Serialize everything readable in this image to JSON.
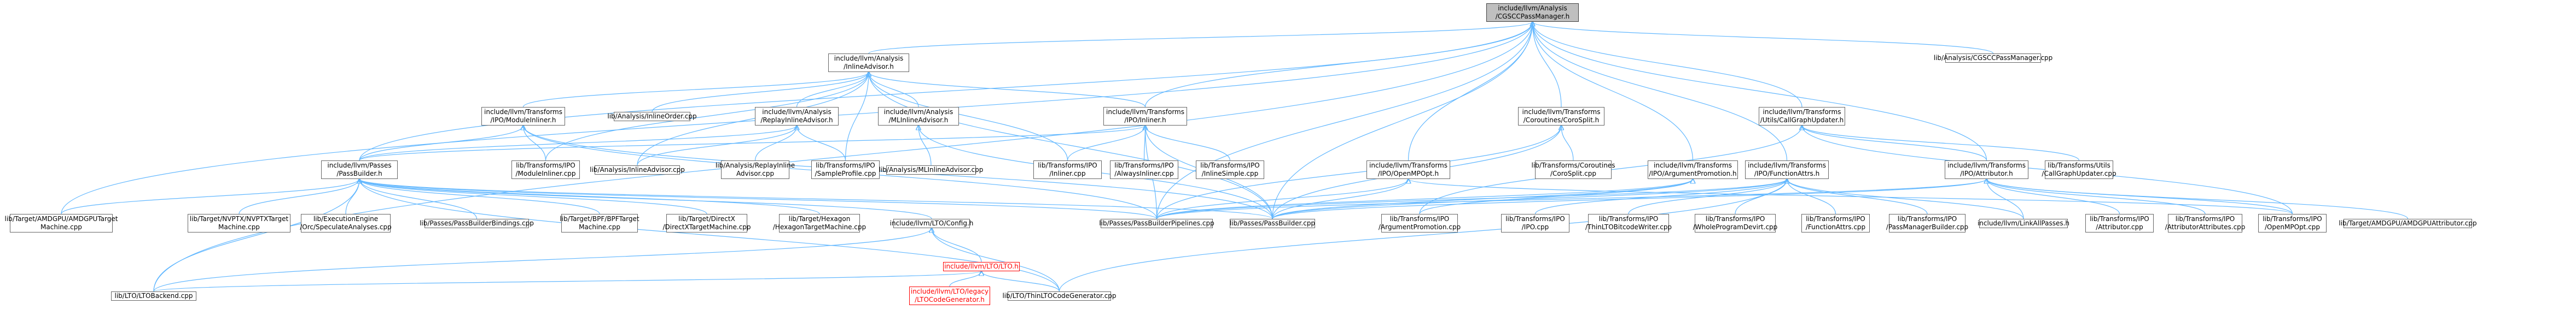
{
  "graph": {
    "root": "Z",
    "nodes": [
      {
        "id": "Z",
        "label": "include/llvm/Analysis\n/CGSCCPassManager.h",
        "root": true
      },
      {
        "id": "IA",
        "label": "include/llvm/Analysis\n/InlineAdvisor.h"
      },
      {
        "id": "MI",
        "label": "include/llvm/Transforms\n/IPO/ModuleInliner.h"
      },
      {
        "id": "RIA",
        "label": "include/llvm/Analysis\n/ReplayInlineAdvisor.h"
      },
      {
        "id": "MLIA",
        "label": "include/llvm/Analysis\n/MLInlineAdvisor.h"
      },
      {
        "id": "IIO",
        "label": "lib/Analysis/InlineOrder.cpp"
      },
      {
        "id": "INL",
        "label": "include/llvm/Transforms\n/IPO/Inliner.h"
      },
      {
        "id": "CS",
        "label": "include/llvm/Transforms\n/Coroutines/CoroSplit.h"
      },
      {
        "id": "CGU",
        "label": "include/llvm/Transforms\n/Utils/CallGraphUpdater.h"
      },
      {
        "id": "CGSCC",
        "label": "lib/Analysis/CGSCCPassManager.cpp"
      },
      {
        "id": "PB",
        "label": "include/llvm/Passes\n/PassBuilder.h"
      },
      {
        "id": "AIA",
        "label": "lib/Analysis/InlineAdvisor.cpp"
      },
      {
        "id": "RIAC",
        "label": "lib/Analysis/ReplayInline\nAdvisor.cpp"
      },
      {
        "id": "SP",
        "label": "lib/Transforms/IPO\n/SampleProfile.cpp"
      },
      {
        "id": "MIC",
        "label": "lib/Transforms/IPO\n/ModuleInliner.cpp"
      },
      {
        "id": "MLIAC",
        "label": "lib/Analysis/MLInlineAdvisor.cpp"
      },
      {
        "id": "AI",
        "label": "lib/Transforms/IPO\n/AlwaysInliner.cpp"
      },
      {
        "id": "ISI",
        "label": "lib/Transforms/IPO\n/InlineSimple.cpp"
      },
      {
        "id": "INLC",
        "label": "lib/Transforms/IPO\n/Inliner.cpp"
      },
      {
        "id": "OMP",
        "label": "include/llvm/Transforms\n/IPO/OpenMPOpt.h"
      },
      {
        "id": "AP",
        "label": "include/llvm/Transforms\n/IPO/ArgumentPromotion.h"
      },
      {
        "id": "FA",
        "label": "include/llvm/Transforms\n/IPO/FunctionAttrs.h"
      },
      {
        "id": "CSC",
        "label": "lib/Transforms/Coroutines\n/CoroSplit.cpp"
      },
      {
        "id": "ATTR",
        "label": "include/llvm/Transforms\n/IPO/Attributor.h"
      },
      {
        "id": "CGUC",
        "label": "lib/Transforms/Utils\n/CallGraphUpdater.cpp"
      },
      {
        "id": "AMDTM",
        "label": "lib/Target/AMDGPU/AMDGPUTarget\nMachine.cpp"
      },
      {
        "id": "NVTM",
        "label": "lib/Target/NVPTX/NVPTXTarget\nMachine.cpp"
      },
      {
        "id": "SPEC",
        "label": "lib/ExecutionEngine\n/Orc/SpeculateAnalyses.cpp"
      },
      {
        "id": "PBB",
        "label": "lib/Passes/PassBuilderBindings.cpp"
      },
      {
        "id": "BPF",
        "label": "lib/Target/BPF/BPFTarget\nMachine.cpp"
      },
      {
        "id": "DX",
        "label": "lib/Target/DirectX\n/DirectXTargetMachine.cpp"
      },
      {
        "id": "HEX",
        "label": "lib/Target/Hexagon\n/HexagonTargetMachine.cpp"
      },
      {
        "id": "LCFG",
        "label": "include/llvm/LTO/Config.h"
      },
      {
        "id": "PBP",
        "label": "lib/Passes/PassBuilderPipelines.cpp"
      },
      {
        "id": "PBC",
        "label": "lib/Passes/PassBuilder.cpp"
      },
      {
        "id": "APC",
        "label": "lib/Transforms/IPO\n/ArgumentPromotion.cpp"
      },
      {
        "id": "IPOC",
        "label": "lib/Transforms/IPO\n/IPO.cpp"
      },
      {
        "id": "TLTO",
        "label": "lib/Transforms/IPO\n/ThinLTOBitcodeWriter.cpp"
      },
      {
        "id": "WPD",
        "label": "lib/Transforms/IPO\n/WholeProgramDevirt.cpp"
      },
      {
        "id": "FAC",
        "label": "lib/Transforms/IPO\n/FunctionAttrs.cpp"
      },
      {
        "id": "PMB",
        "label": "lib/Transforms/IPO\n/PassManagerBuilder.cpp"
      },
      {
        "id": "LAP",
        "label": "include/llvm/LinkAllPasses.h"
      },
      {
        "id": "ATTRC",
        "label": "lib/Transforms/IPO\n/Attributor.cpp"
      },
      {
        "id": "ATTRA",
        "label": "lib/Transforms/IPO\n/AttributorAttributes.cpp"
      },
      {
        "id": "OMPC",
        "label": "lib/Transforms/IPO\n/OpenMPOpt.cpp"
      },
      {
        "id": "AMDA",
        "label": "lib/Target/AMDGPU/AMDGPUAttributor.cpp"
      },
      {
        "id": "LTOH",
        "label": "include/llvm/LTO/LTO.h",
        "hl": true
      },
      {
        "id": "LCG",
        "label": "include/llvm/LTO/legacy\n/LTOCodeGenerator.h",
        "hl": true
      },
      {
        "id": "LTOB",
        "label": "lib/LTO/LTOBackend.cpp"
      },
      {
        "id": "TLCG",
        "label": "lib/LTO/ThinLTOCodeGenerator.cpp"
      }
    ],
    "edges": [
      [
        "IA",
        "Z"
      ],
      [
        "INL",
        "Z"
      ],
      [
        "CS",
        "Z"
      ],
      [
        "CGU",
        "Z"
      ],
      [
        "CGSCC",
        "Z"
      ],
      [
        "PB",
        "Z"
      ],
      [
        "OMP",
        "Z"
      ],
      [
        "AP",
        "Z"
      ],
      [
        "FA",
        "Z"
      ],
      [
        "ATTR",
        "Z"
      ],
      [
        "AMDTM",
        "Z"
      ],
      [
        "LTOB",
        "Z"
      ],
      [
        "PBP",
        "Z"
      ],
      [
        "PBC",
        "Z"
      ],
      [
        "MI",
        "IA"
      ],
      [
        "RIA",
        "IA"
      ],
      [
        "MLIA",
        "IA"
      ],
      [
        "IIO",
        "IA"
      ],
      [
        "INL",
        "IA"
      ],
      [
        "AIA",
        "IA"
      ],
      [
        "MIC",
        "IA"
      ],
      [
        "SP",
        "IA"
      ],
      [
        "INLC",
        "IA"
      ],
      [
        "PBC",
        "IA"
      ],
      [
        "PB",
        "MI"
      ],
      [
        "MIC",
        "MI"
      ],
      [
        "PBP",
        "MI"
      ],
      [
        "PBC",
        "MI"
      ],
      [
        "AIA",
        "RIA"
      ],
      [
        "RIAC",
        "RIA"
      ],
      [
        "SP",
        "RIA"
      ],
      [
        "PB",
        "RIA"
      ],
      [
        "MLIAC",
        "MLIA"
      ],
      [
        "PBC",
        "MLIA"
      ],
      [
        "PB",
        "INL"
      ],
      [
        "AI",
        "INL"
      ],
      [
        "ISI",
        "INL"
      ],
      [
        "INLC",
        "INL"
      ],
      [
        "PBP",
        "INL"
      ],
      [
        "PBC",
        "INL"
      ],
      [
        "CSC",
        "CS"
      ],
      [
        "PBP",
        "CS"
      ],
      [
        "PBC",
        "CS"
      ],
      [
        "CGUC",
        "CGU"
      ],
      [
        "ATTR",
        "CGU"
      ],
      [
        "OMPC",
        "CGU"
      ],
      [
        "APC",
        "CGU"
      ],
      [
        "AMDTM",
        "PB"
      ],
      [
        "NVTM",
        "PB"
      ],
      [
        "SPEC",
        "PB"
      ],
      [
        "PBB",
        "PB"
      ],
      [
        "BPF",
        "PB"
      ],
      [
        "DX",
        "PB"
      ],
      [
        "HEX",
        "PB"
      ],
      [
        "LCFG",
        "PB"
      ],
      [
        "PBP",
        "PB"
      ],
      [
        "PBC",
        "PB"
      ],
      [
        "LTOB",
        "PB"
      ],
      [
        "TLCG",
        "PB"
      ],
      [
        "PBP",
        "OMP"
      ],
      [
        "PBC",
        "OMP"
      ],
      [
        "OMPC",
        "OMP"
      ],
      [
        "PBP",
        "AP"
      ],
      [
        "PBC",
        "AP"
      ],
      [
        "APC",
        "AP"
      ],
      [
        "PBP",
        "FA"
      ],
      [
        "PBC",
        "FA"
      ],
      [
        "FAC",
        "FA"
      ],
      [
        "IPOC",
        "FA"
      ],
      [
        "TLTO",
        "FA"
      ],
      [
        "WPD",
        "FA"
      ],
      [
        "PMB",
        "FA"
      ],
      [
        "LAP",
        "FA"
      ],
      [
        "TLCG",
        "FA"
      ],
      [
        "PBP",
        "ATTR"
      ],
      [
        "PBC",
        "ATTR"
      ],
      [
        "ATTRC",
        "ATTR"
      ],
      [
        "ATTRA",
        "ATTR"
      ],
      [
        "OMPC",
        "ATTR"
      ],
      [
        "AMDA",
        "ATTR"
      ],
      [
        "LAP",
        "ATTR"
      ],
      [
        "LTOH",
        "LCFG"
      ],
      [
        "LTOB",
        "LCFG"
      ],
      [
        "TLCG",
        "LCFG"
      ],
      [
        "LCG",
        "LTOH"
      ],
      [
        "LTOB",
        "LTOH"
      ],
      [
        "TLCG",
        "LTOH"
      ]
    ]
  }
}
